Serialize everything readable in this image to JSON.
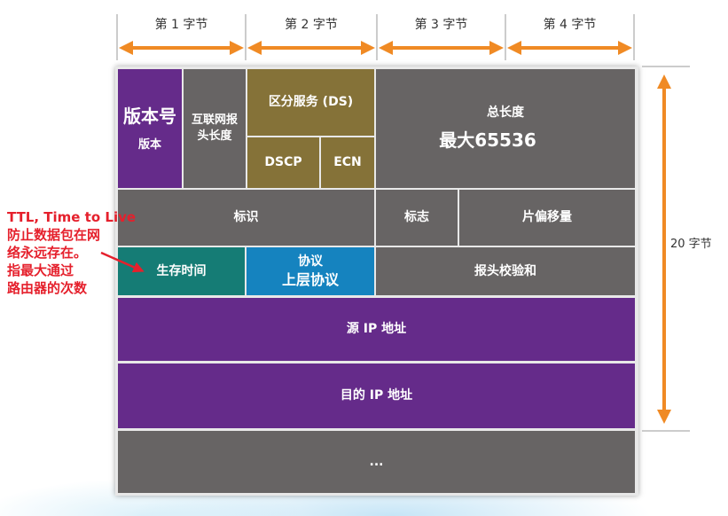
{
  "headers": {
    "byte1": "第 1 字节",
    "byte2": "第 2 字节",
    "byte3": "第 3 字节",
    "byte4": "第 4 字节"
  },
  "fields": {
    "version_big": "版本号",
    "version": "版本",
    "ihl": "互联网报头长度",
    "ds": "区分服务 (DS)",
    "dscp": "DSCP",
    "ecn": "ECN",
    "total_length": "总长度",
    "total_length_max": "最大65536",
    "identification": "标识",
    "flags": "标志",
    "fragment_offset": "片偏移量",
    "ttl": "生存时间",
    "protocol": "协议",
    "protocol_note": "上层协议",
    "checksum": "报头校验和",
    "source_ip": "源 IP 地址",
    "dest_ip": "目的 IP 地址",
    "options": "..."
  },
  "side_label": "20 字节",
  "annotation": {
    "line1": "TTL, Time to Live",
    "line2": "防止数据包在网",
    "line3": "络永远存在。",
    "line4": "指最大通过",
    "line5": "路由器的次数"
  },
  "colors": {
    "gray": "#676464",
    "purple": "#652b8a",
    "olive": "#857238",
    "teal": "#157c75",
    "blue": "#1583bf",
    "arrow": "#f08a24",
    "note": "#e5202c"
  }
}
